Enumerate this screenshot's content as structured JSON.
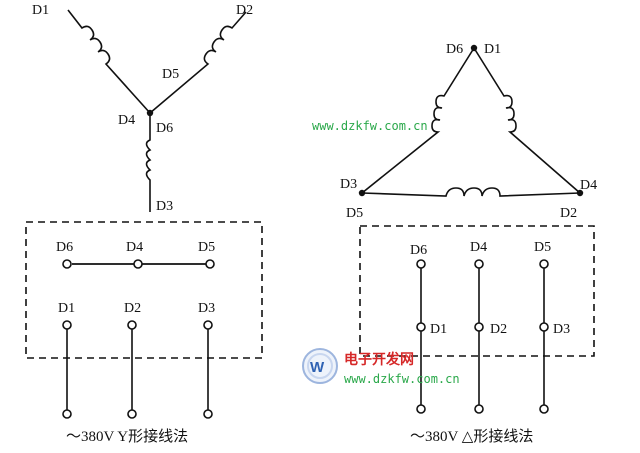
{
  "watermark": {
    "url_top": "www.dzkfw.com.cn",
    "url_bottom": "www.dzkfw.com.cn",
    "site_name": "电子开发网",
    "logo_letter": "W",
    "color": "#2aa84a",
    "name_color": "#d62828"
  },
  "star": {
    "caption": "～380V Y形接线法",
    "terminals": {
      "d1": "D1",
      "d2": "D2",
      "d3": "D3",
      "d4": "D4",
      "d5": "D5",
      "d6": "D6"
    },
    "box_labels": {
      "top": [
        "D6",
        "D4",
        "D5"
      ],
      "bottom": [
        "D1",
        "D2",
        "D3"
      ]
    }
  },
  "delta": {
    "caption": "～380V △形接线法",
    "corner_labels": {
      "top_left": "D6",
      "top_right": "D1",
      "left_a": "D3",
      "left_b": "D5",
      "right_a": "D4",
      "right_b": "D2"
    },
    "box_labels": {
      "top": [
        "D6",
        "D4",
        "D5"
      ],
      "middle": [
        "D1",
        "D2",
        "D3"
      ]
    }
  }
}
